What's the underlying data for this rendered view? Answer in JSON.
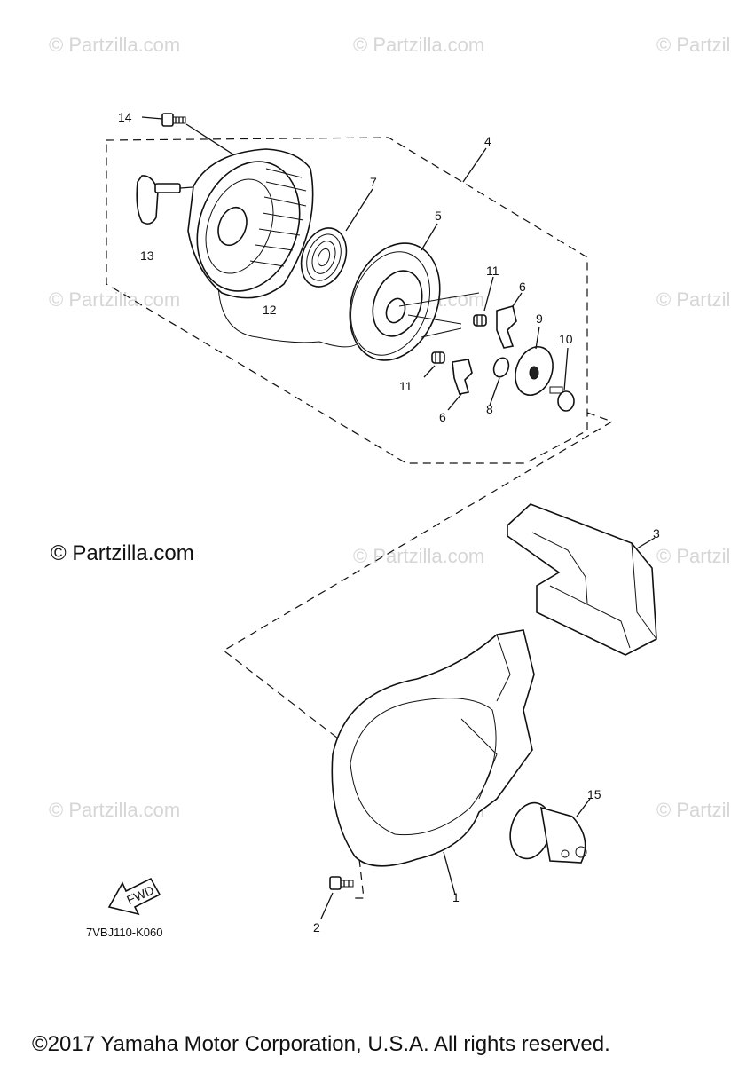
{
  "watermark": "© Partzilla.com",
  "brand_text": "© Partzilla.com",
  "copyright": "©2017  Yamaha Motor Corporation, U.S.A. All rights reserved.",
  "diagram_code": "7VBJ110-K060",
  "fwd_label": "FWD",
  "callouts": {
    "c1": "1",
    "c2": "2",
    "c3": "3",
    "c4": "4",
    "c5": "5",
    "c6a": "6",
    "c6b": "6",
    "c7": "7",
    "c8": "8",
    "c9": "9",
    "c10": "10",
    "c11a": "11",
    "c11b": "11",
    "c12": "12",
    "c13": "13",
    "c14": "14",
    "c15": "15"
  }
}
